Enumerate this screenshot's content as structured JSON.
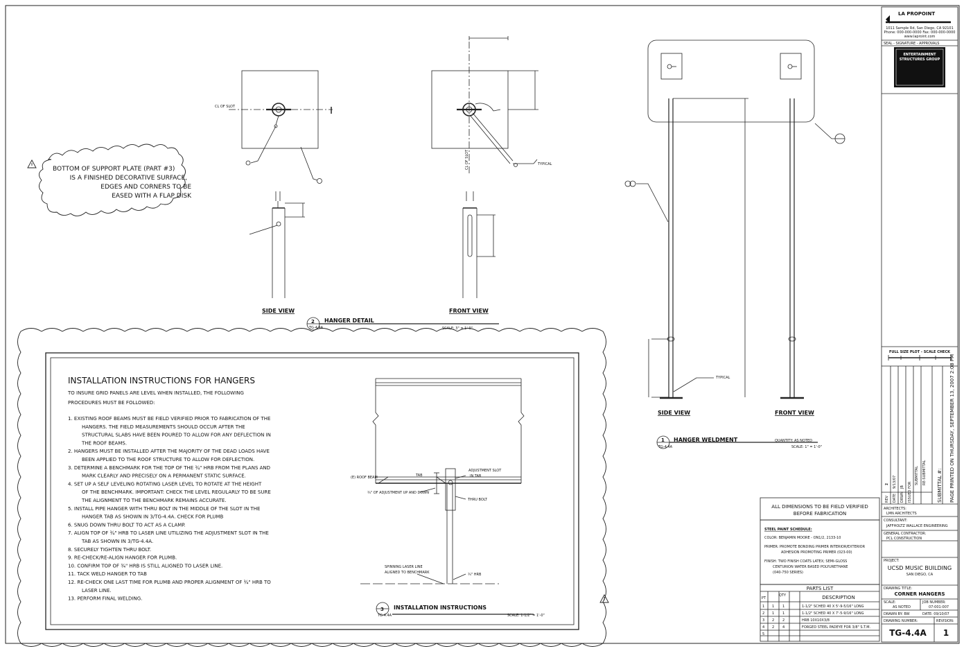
{
  "title_block": {
    "company_logo": "LA PROPOINT",
    "company_address_1": "1011 Sample Rd, San Diego, CA 92101",
    "company_address_2": "Phone: 000-000-0000  Fax: 000-000-0000",
    "company_web": "www.laproint.com",
    "scale_signatures_label": "SEAL - SIGNATURE - APPROVALS",
    "stamp_line_1": "ENTERTAINMENT",
    "stamp_line_2": "STRUCTURES GROUP",
    "full_size_plot_label": "FULL SIZE PLOT - SCALE CHECK",
    "revisions_header": [
      "REV",
      "DATE",
      "DRWN",
      "ISSUED FOR"
    ],
    "revision_rows": [
      {
        "rev": "1",
        "date": "9/13/07",
        "drawn": "JB",
        "issued_for": "SUBMITTAL"
      },
      {
        "rev": "2",
        "date": "",
        "drawn": "",
        "issued_for": "RE-SUBMITTAL"
      }
    ],
    "submittal_label": "SUBMITTAL #:",
    "page_printed": "PAGE PRINTED ON THURSDAY, SEPTEMBER 13, 2007 2:08 PM",
    "architects_label": "ARCHITECTS:",
    "architects_value": "LMN ARCHITECTS",
    "consultant_label": "CONSULTANT:",
    "consultant_value": "JAFFHOLTZ WALLACE ENGINEERING",
    "contractor_label": "GENERAL CONTRACTOR:",
    "contractor_value": "PCL CONSTRUCTION",
    "project_label": "PROJECT:",
    "project_name": "UCSD MUSIC BUILDING",
    "project_location": "SAN DIEGO, CA",
    "drawing_title_label": "DRAWING TITLE:",
    "drawing_title": "CORNER HANGERS",
    "scale_label": "SCALE:",
    "scale_value": "AS NOTED",
    "job_number_label": "JOB NUMBER:",
    "job_number_value": "07-001-007",
    "drawn_by_label": "DRAWN BY: BW",
    "date_label": "DATE: 09/10/07",
    "drawing_number_label": "DRAWING NUMBER:",
    "drawing_number": "TG-4.4A",
    "revision_label": "REVISION:",
    "revision_value": "1"
  },
  "note_cloud": {
    "lines": [
      "BOTTOM OF SUPPORT PLATE (PART #3)",
      "IS A FINISHED DECORATIVE SURFACE,",
      "EDGES AND CORNERS TO BE",
      "EASED WITH A FLAP DISK"
    ]
  },
  "hanger_detail": {
    "side_view_label": "SIDE VIEW",
    "front_view_label": "FRONT VIEW",
    "title": "HANGER DETAIL",
    "detail_number": "2",
    "sheet_ref": "TG-4.4A",
    "scale": "SCALE: 3\" = 1'-0\"",
    "cl_of_slot": "CL OF SLOT",
    "typical": "TYPICAL"
  },
  "hanger_weldment": {
    "side_view_label": "SIDE VIEW",
    "front_view_label": "FRONT VIEW",
    "title": "HANGER WELDMENT",
    "detail_number": "1",
    "sheet_ref": "TG-4.4A",
    "quantity": "QUANTITY: AS NOTED",
    "scale": "SCALE: 1\" = 1'-0\"",
    "typical": "TYPICAL"
  },
  "instructions": {
    "heading": "INSTALLATION INSTRUCTIONS FOR HANGERS",
    "intro_1": "TO INSURE GRID PANELS ARE LEVEL WHEN INSTALLED, THE FOLLOWING",
    "intro_2": "PROCEDURES MUST BE FOLLOWED:",
    "steps": [
      [
        "1. EXISTING ROOF BEAMS MUST BE FIELD VERIFIED PRIOR TO FABRICATION OF THE",
        "HANGERS.  THE FIELD MEASUREMENTS SHOULD OCCUR AFTER THE",
        "STRUCTURAL SLABS HAVE BEEN POURED TO ALLOW FOR ANY DEFLECTION IN",
        "THE ROOF BEAMS."
      ],
      [
        "2. HANGERS MUST BE INSTALLED AFTER THE MAJORITY OF THE DEAD LOADS HAVE",
        "BEEN APPLIED TO THE ROOF STRUCTURE TO ALLOW FOR DEFLECTION."
      ],
      [
        "3. DETERMINE A BENCHMARK FOR THE TOP OF THE ¾\" HRB FROM THE PLANS AND",
        "MARK CLEARLY AND PRECISELY ON A PERMANENT STATIC SURFACE."
      ],
      [
        "4. SET UP A SELF LEVELING ROTATING LASER LEVEL TO ROTATE AT THE HEIGHT",
        "OF THE BENCHMARK.  IMPORTANT: CHECK THE LEVEL REGULARLY TO BE SURE",
        "THE ALIGNMENT TO THE BENCHMARK REMAINS ACCURATE."
      ],
      [
        "5. INSTALL PIPE HANGER WITH THRU BOLT IN THE MIDDLE OF THE SLOT IN THE",
        "HANGER TAB AS SHOWN IN 3/TG-4.4A.  CHECK FOR PLUMB"
      ],
      [
        "6. SNUG DOWN THRU BOLT TO ACT AS A CLAMP."
      ],
      [
        "7. ALIGN TOP OF ¾\" HRB TO LASER LINE UTILIZING THE ADJUSTMENT SLOT IN THE",
        "TAB AS SHOWN IN 3/TG-4.4A."
      ],
      [
        "8. SECURELY TIGHTEN THRU BOLT."
      ],
      [
        "9. RE-CHECK/RE-ALIGN HANGER FOR PLUMB."
      ],
      [
        "10. CONFIRM TOP OF ¾\" HRB IS STILL ALIGNED TO LASER LINE."
      ],
      [
        "11. TACK WELD HANGER TO TAB"
      ],
      [
        "12. RE-CHECK ONE LAST TIME FOR PLUMB AND PROPER ALIGNMENT OF ¾\" HRB TO",
        "LASER LINE."
      ],
      [
        "13. PERFORM FINAL WELDING."
      ]
    ],
    "detail_title": "INSTALLATION INSTRUCTIONS",
    "detail_number": "3",
    "sheet_ref": "TG-4.4A",
    "scale": "SCALE: 1-1/2\" = 1'-0\"",
    "callout_roof_beam": "(E) ROOF BEAM",
    "callout_tab": "TAB",
    "callout_adjust_slot_1": "ADJUSTMENT SLOT",
    "callout_adjust_slot_2": "IN TAB",
    "callout_adjust_range": "¾\" OF ADJUSTMENT UP AND DOWN",
    "callout_thru_bolt": "THRU BOLT",
    "callout_laser_1": "SPINNING LASER LINE",
    "callout_laser_2": "ALIGNED TO BENCHMARK",
    "callout_hrb": "¾\" HRB"
  },
  "field_verify": {
    "line_1": "ALL DIMENSIONS TO BE FIELD VERIFIED",
    "line_2": "BEFORE FABRICATION"
  },
  "paint_schedule": {
    "title": "STEEL PAINT SCHEDULE:",
    "color": "COLOR: BENJAMIN MOORE - ON1/2, 2133-10",
    "primer_1": "PRIMER: PROMOTE BONDING PRIMER INTERIOR/EXTERIOR",
    "primer_2": "ADHESION PROMOTING PRIMER (023-00)",
    "finish_1": "FINISH: TWO FINISH COATS LATEX; SEMI-GLOSS",
    "finish_2": "CENTURION WATER BASED POLYURETHANE",
    "finish_3": "(040-750 SERIES)"
  },
  "parts_list": {
    "title": "PARTS LIST",
    "columns": [
      "PT",
      "QTY",
      "DESCRIPTION"
    ],
    "rows": [
      {
        "pt": "1",
        "q1": "1",
        "q2": "1",
        "desc": "1-1/2\" SCHED 40 X 5'-9-5/16\" LONG"
      },
      {
        "pt": "2",
        "q1": "1",
        "q2": "1",
        "desc": "1-1/2\" SCHED 40 X 7'-5-9/16\" LONG"
      },
      {
        "pt": "3",
        "q1": "2",
        "q2": "2",
        "desc": "HRB 10X10X3/8"
      },
      {
        "pt": "4",
        "q1": "2",
        "q2": "4",
        "desc": "FORGED STEEL PADEYE FOR 3/8\" S.T.M."
      },
      {
        "pt": "5",
        "q1": "",
        "q2": "",
        "desc": ""
      }
    ]
  }
}
